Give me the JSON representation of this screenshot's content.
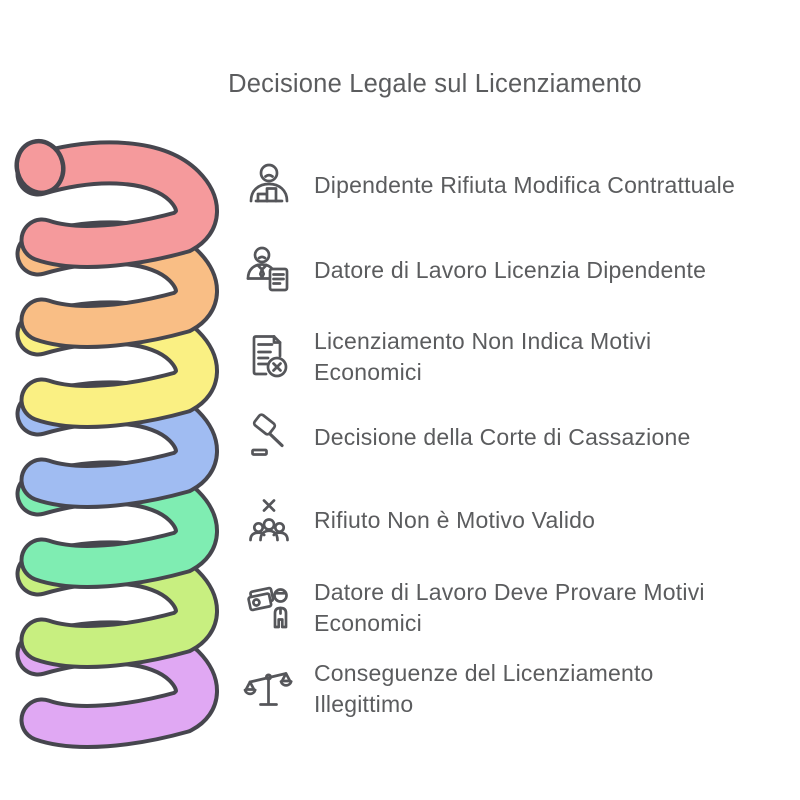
{
  "title": "Decisione Legale sul Licenziamento",
  "items": [
    {
      "icon": "employee-refuses-icon",
      "label": "Dipendente Rifiuta Modifica Contrattuale"
    },
    {
      "icon": "employer-dismisses-icon",
      "label": "Datore di Lavoro Licenzia Dipendente"
    },
    {
      "icon": "dismissal-letter-icon",
      "label": "Licenziamento Non Indica Motivi Economici"
    },
    {
      "icon": "gavel-icon",
      "label": "Decisione della Corte di Cassazione"
    },
    {
      "icon": "group-rejected-icon",
      "label": "Rifiuto Non è Motivo Valido"
    },
    {
      "icon": "money-person-icon",
      "label": "Datore di Lavoro Deve Provare Motivi Economici"
    },
    {
      "icon": "balance-scale-icon",
      "label": "Conseguenze del Licenziamento Illegittimo"
    }
  ],
  "spiral": {
    "outline_color": "#46464E",
    "coil_colors": [
      "#F59A9C",
      "#F9BE85",
      "#FAF083",
      "#A0BCF2",
      "#7FEDB2",
      "#C8EF80",
      "#E0A8F3"
    ]
  },
  "colors": {
    "text": "#5B5C5E",
    "background": "#FFFFFF"
  }
}
